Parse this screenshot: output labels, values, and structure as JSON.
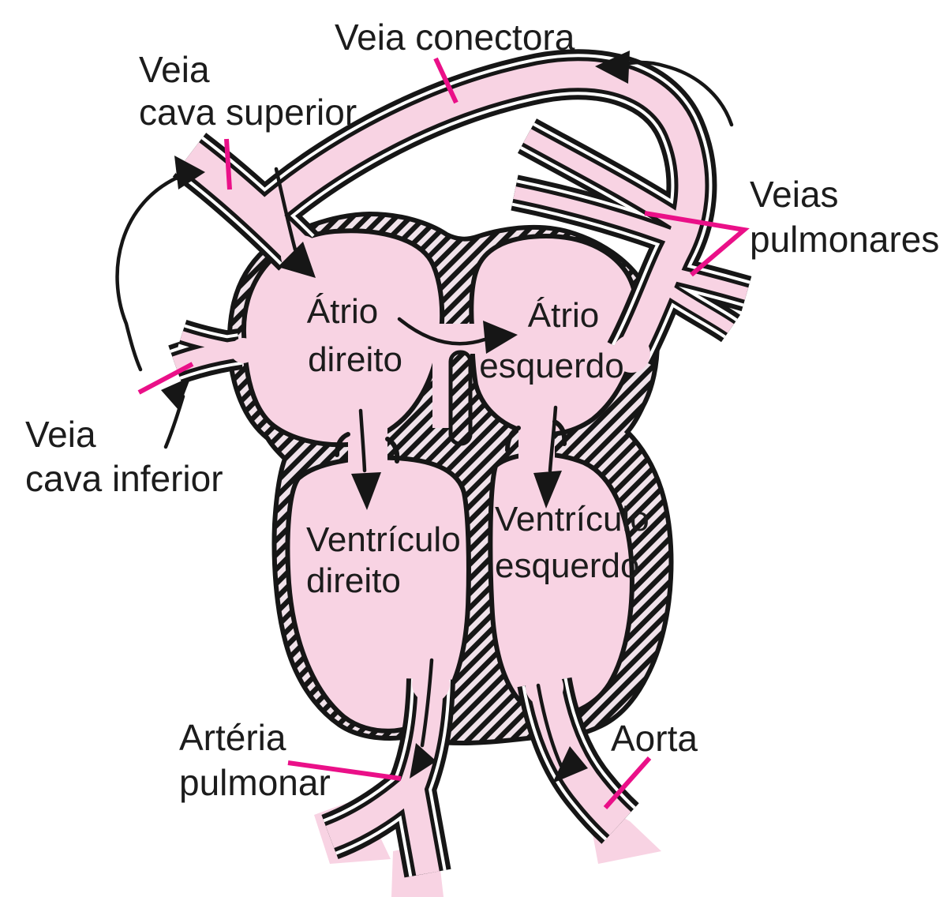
{
  "diagram": {
    "labels": {
      "veia_conectora": "Veia conectora",
      "veia_cava_superior_l1": "Veia",
      "veia_cava_superior_l2": "cava superior",
      "veias_pulmonares_l1": "Veias",
      "veias_pulmonares_l2": "pulmonares",
      "veia_cava_inferior_l1": "Veia",
      "veia_cava_inferior_l2": "cava inferior",
      "atrio_direito_l1": "Átrio",
      "atrio_direito_l2": "direito",
      "atrio_esquerdo_l1": "Átrio",
      "atrio_esquerdo_l2": "esquerdo",
      "ventriculo_direito_l1": "Ventrículo",
      "ventriculo_direito_l2": "direito",
      "ventriculo_esquerdo_l1": "Ventrículo",
      "ventriculo_esquerdo_l2": "esquerdo",
      "arteria_pulmonar_l1": "Artéria",
      "arteria_pulmonar_l2": "pulmonar",
      "aorta": "Aorta"
    },
    "colors": {
      "blood_fill": "#f8d3e3",
      "leader_line": "#ea1088",
      "outline": "#161616",
      "text_color": "#1c1c1c",
      "background": "#ffffff"
    }
  }
}
